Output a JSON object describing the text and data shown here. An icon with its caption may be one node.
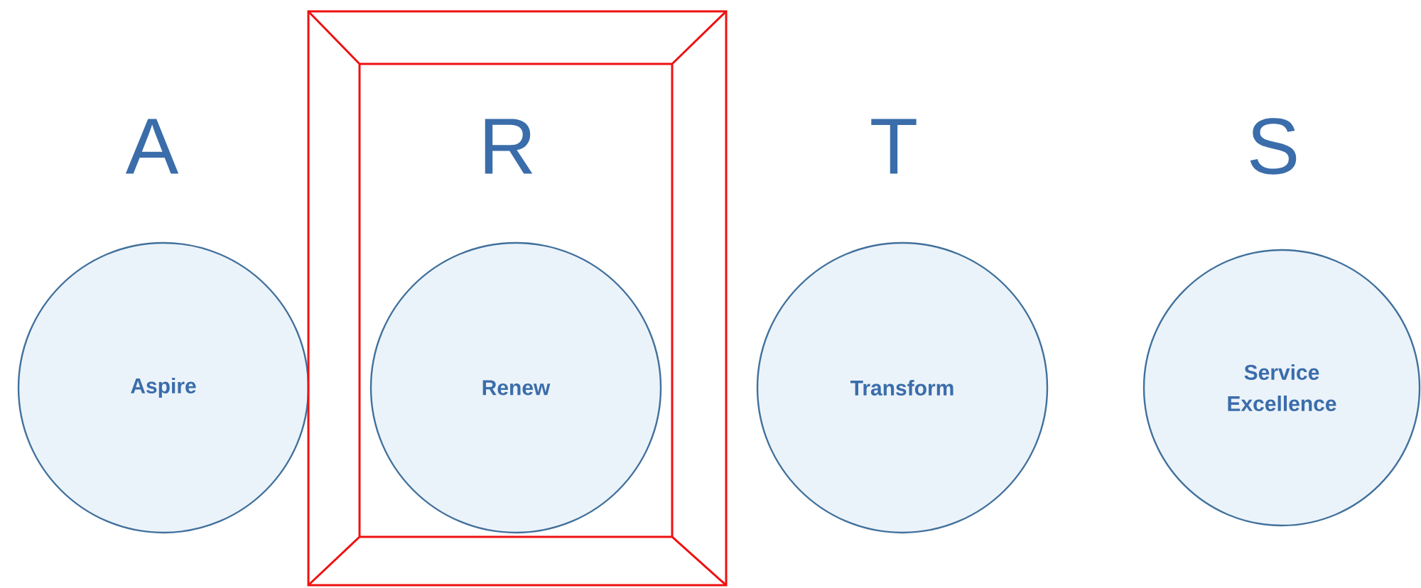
{
  "diagram": {
    "nodes": [
      {
        "text": [
          "Aspire"
        ],
        "beside": [
          "A"
        ]
      },
      {
        "text": [],
        "shape": "box"
      },
      {
        "text": [
          "Renew"
        ],
        "beside": [
          "R"
        ],
        "in": 1
      },
      {
        "text": [
          "Transform"
        ],
        "beside": [
          "T"
        ]
      },
      {
        "text": [
          "Service Excellence"
        ],
        "beside": [
          "S"
        ]
      }
    ]
  }
}
